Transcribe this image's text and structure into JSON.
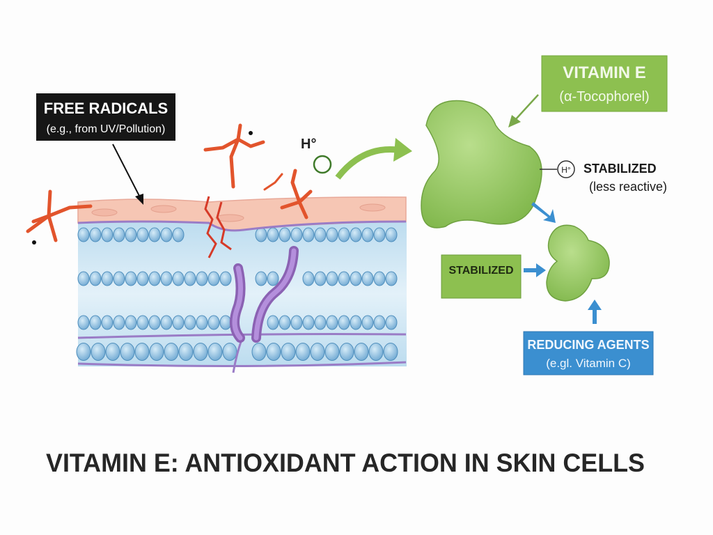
{
  "free_radicals": {
    "title": "FREE RADICALS",
    "subtitle": "(e.g., from UV/Pollution)"
  },
  "h_label": "H°",
  "vitamin_e": {
    "title": "VITAMIN E",
    "subtitle": "(α-Tocophorel)"
  },
  "stabilized_note": {
    "h_symbol": "H°",
    "title": "STABILIZED",
    "subtitle": "(less reactive)"
  },
  "stabilized_box": "STABILIZED",
  "reducing_agents": {
    "title": "REDUCING AGENTS",
    "subtitle": "(e.gl. Vitamin C)"
  },
  "main_title": "VITAMIN E: ANTIOXIDANT ACTION IN SKIN CELLS",
  "colors": {
    "green": "#8dc050",
    "blue": "#3b8fd0",
    "radical": "#ee6a3a",
    "membrane": "#cfe6f3",
    "skin": "#f6c6b4"
  }
}
